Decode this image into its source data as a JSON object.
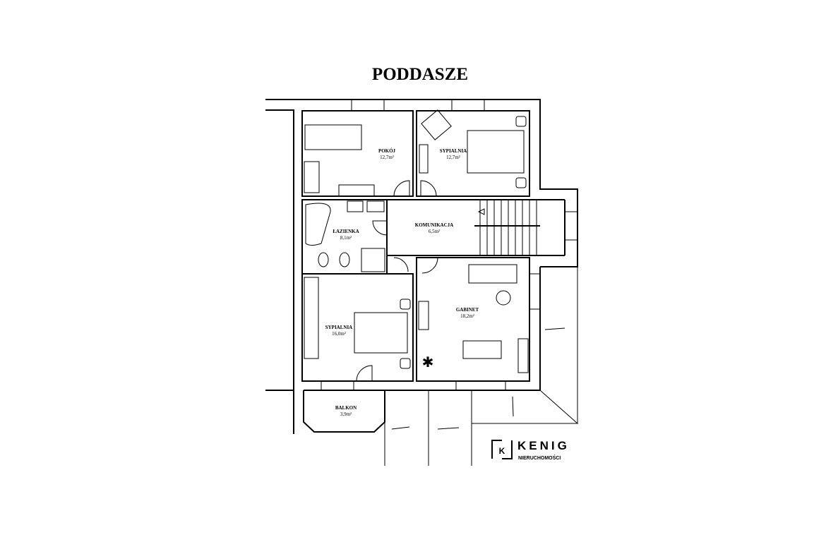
{
  "title": "PODDASZE",
  "rooms": [
    {
      "name": "POKÓJ",
      "area": "12,7m²"
    },
    {
      "name": "SYPIALNIA",
      "area": "12,7m²"
    },
    {
      "name": "ŁAZIENKA",
      "area": "8,1m²"
    },
    {
      "name": "KOMUNIKACJA",
      "area": "6,5m²"
    },
    {
      "name": "SYPIALNIA",
      "area": "16,0m²"
    },
    {
      "name": "GABINET",
      "area": "18,2m²"
    },
    {
      "name": "BALKON",
      "area": "3,9m²"
    }
  ],
  "logo": {
    "letter": "K",
    "name": "KENIG",
    "subtitle": "NIERUCHOMOŚCI"
  }
}
